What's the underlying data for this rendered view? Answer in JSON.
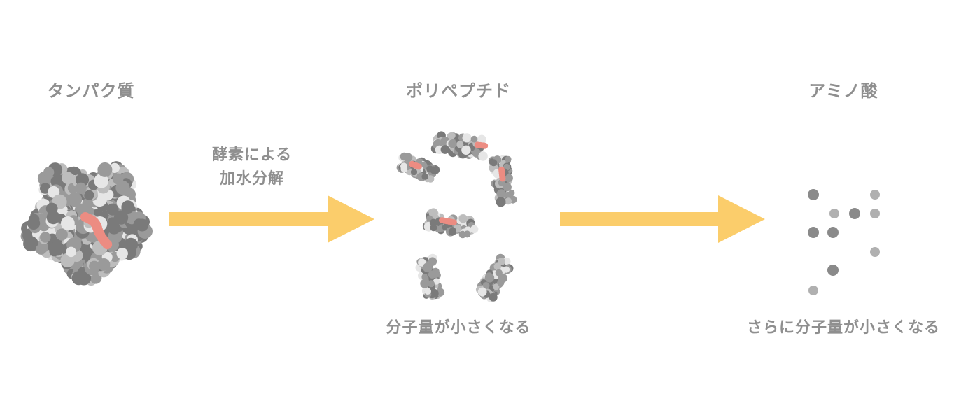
{
  "stages": {
    "protein": {
      "title": "タンパク質"
    },
    "polypeptide": {
      "title": "ポリペプチド",
      "caption": "分子量が小さくなる"
    },
    "amino_acid": {
      "title": "アミノ酸",
      "caption": "さらに分子量が小さくなる"
    }
  },
  "arrow1": {
    "line1": "酵素による",
    "line2": "加水分解"
  },
  "colors": {
    "arrow": "#fbcd6b",
    "text": "#8f8f8f",
    "atom_dark": "#7a7a7a",
    "atom_mid": "#9a9a9a",
    "atom_light": "#bdbdbd",
    "atom_white": "#e6e6e6",
    "highlight": "#ec8c82"
  },
  "icons": [
    "arrow-right-icon",
    "protein-molecule-icon",
    "polypeptide-fragment-icon",
    "amino-acid-dot-icon"
  ]
}
